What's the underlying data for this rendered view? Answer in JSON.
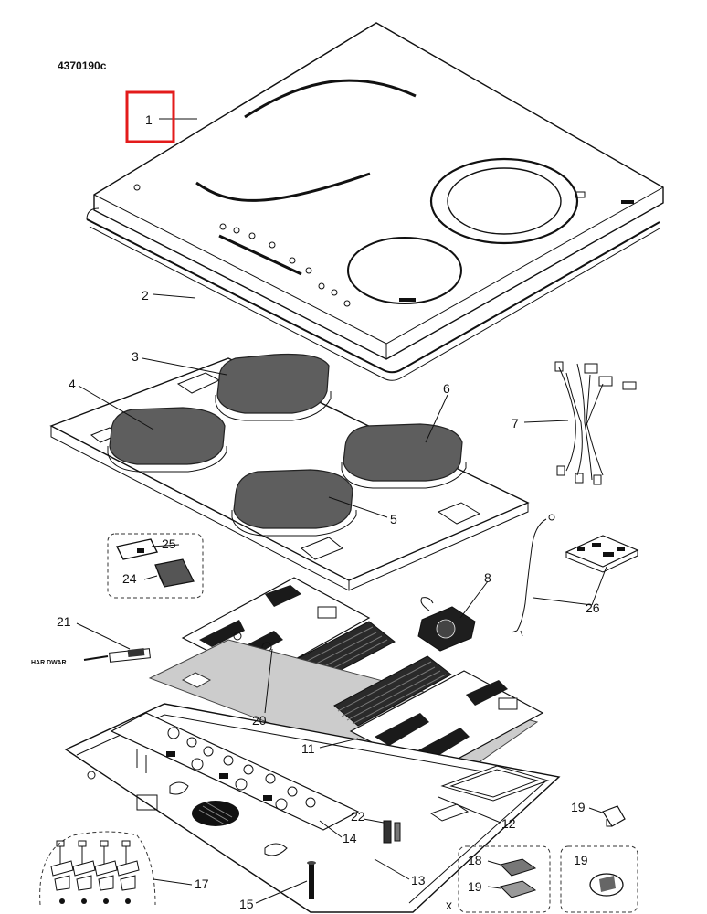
{
  "diagram": {
    "code": "4370190c",
    "highlight_color": "#e31b1b",
    "parts": [
      {
        "label": "1"
      },
      {
        "label": "2"
      },
      {
        "label": "3"
      },
      {
        "label": "4"
      },
      {
        "label": "5"
      },
      {
        "label": "6"
      },
      {
        "label": "7"
      },
      {
        "label": "8"
      },
      {
        "label": "11"
      },
      {
        "label": "12"
      },
      {
        "label": "13"
      },
      {
        "label": "14"
      },
      {
        "label": "15"
      },
      {
        "label": "17"
      },
      {
        "label": "18"
      },
      {
        "label": "19"
      },
      {
        "label": "19"
      },
      {
        "label": "19"
      },
      {
        "label": "20"
      },
      {
        "label": "21"
      },
      {
        "label": "22"
      },
      {
        "label": "24"
      },
      {
        "label": "25"
      },
      {
        "label": "26"
      }
    ],
    "cable_marking": "HAR DWAR",
    "x_mark": "x"
  }
}
